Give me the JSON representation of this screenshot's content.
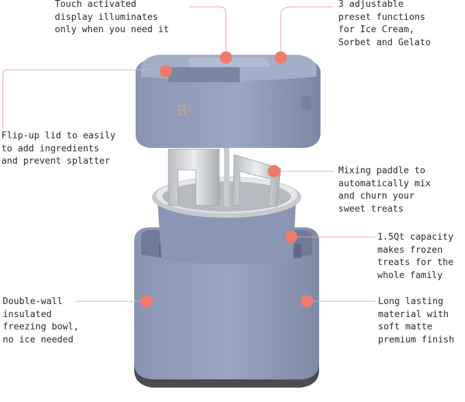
{
  "callouts": [
    {
      "id": "display",
      "lines": [
        "Touch activated",
        "display illuminates",
        "only when you need it"
      ]
    },
    {
      "id": "presets",
      "lines": [
        "3 adjustable",
        "preset functions",
        "for Ice Cream,",
        "Sorbet and Gelato"
      ]
    },
    {
      "id": "lid",
      "lines": [
        "Flip-up lid to easily",
        "to add ingredients",
        "and prevent splatter"
      ]
    },
    {
      "id": "paddle",
      "lines": [
        "Mixing paddle to",
        "automatically mix",
        "and churn your",
        "sweet treats"
      ]
    },
    {
      "id": "capacity",
      "lines": [
        "1.5Qt capacity",
        "makes frozen",
        "treats for the",
        "whole family"
      ]
    },
    {
      "id": "bowl",
      "lines": [
        "Double-wall",
        "insulated",
        "freezing bowl,",
        "no ice needed"
      ]
    },
    {
      "id": "material",
      "lines": [
        "Long lasting",
        "material with",
        "soft matte",
        "premium finish"
      ]
    }
  ],
  "colors": {
    "body": "#8e9ab8",
    "body_dark": "#7a86a4",
    "dot": "#f07a6a",
    "leader": "#e8a79e",
    "steel": "#d8dadd",
    "base": "#4a4c52"
  },
  "icons": [
    "brand-logo-b"
  ]
}
